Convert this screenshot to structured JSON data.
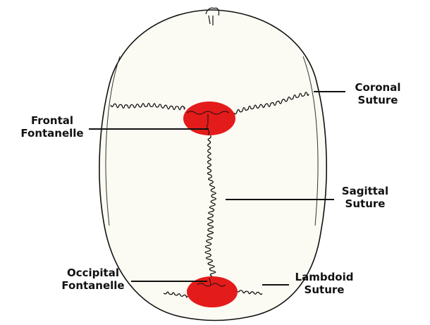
{
  "labels": {
    "coronal": [
      "Coronal",
      "Suture"
    ],
    "frontal": [
      "Frontal",
      "Fontanelle"
    ],
    "sagittal": [
      "Sagittal",
      "Suture"
    ],
    "occipital": [
      "Occipital",
      "Fontanelle"
    ],
    "lambdoid": [
      "Lambdoid",
      "Suture"
    ]
  },
  "colors": {
    "fontanelle": "#e41b1b",
    "skull_fill": "#fbfbf3",
    "ink": "#111111"
  }
}
